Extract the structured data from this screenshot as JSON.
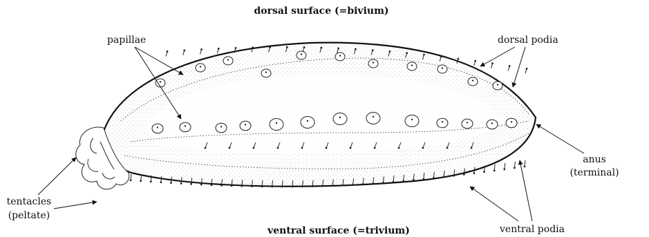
{
  "labels": {
    "dorsal_surface": "dorsal surface (=bivium)",
    "ventral_surface": "ventral surface (=trivium)",
    "papillae": "papillae",
    "dorsal_podia": "dorsal podia",
    "anus_line1": "anus",
    "anus_line2": "(terminal)",
    "tentacles_line1": "tentacles",
    "tentacles_line2": "(peltate)",
    "ventral_podia": "ventral podia"
  }
}
